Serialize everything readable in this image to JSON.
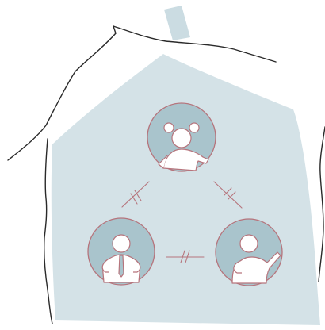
{
  "illustration": {
    "colors": {
      "house_fill": "#d4e2e7",
      "chimney_fill": "#cbdce2",
      "outline": "#2a2a2a",
      "circle_fill": "#a9c4cc",
      "circle_stroke": "#b6747c",
      "person_fill": "#ffffff",
      "person_stroke": "#b6747c",
      "connector": "#b6747c"
    },
    "nodes": [
      {
        "id": "top",
        "icon": "girl-with-pigtails-icon"
      },
      {
        "id": "left",
        "icon": "man-with-tie-hands-on-hips-icon"
      },
      {
        "id": "right",
        "icon": "boy-waving-icon"
      }
    ],
    "edges": [
      {
        "from": "top",
        "to": "left",
        "style": "broken-double-slash"
      },
      {
        "from": "top",
        "to": "right",
        "style": "broken-double-slash"
      },
      {
        "from": "left",
        "to": "right",
        "style": "broken-double-slash"
      }
    ]
  }
}
